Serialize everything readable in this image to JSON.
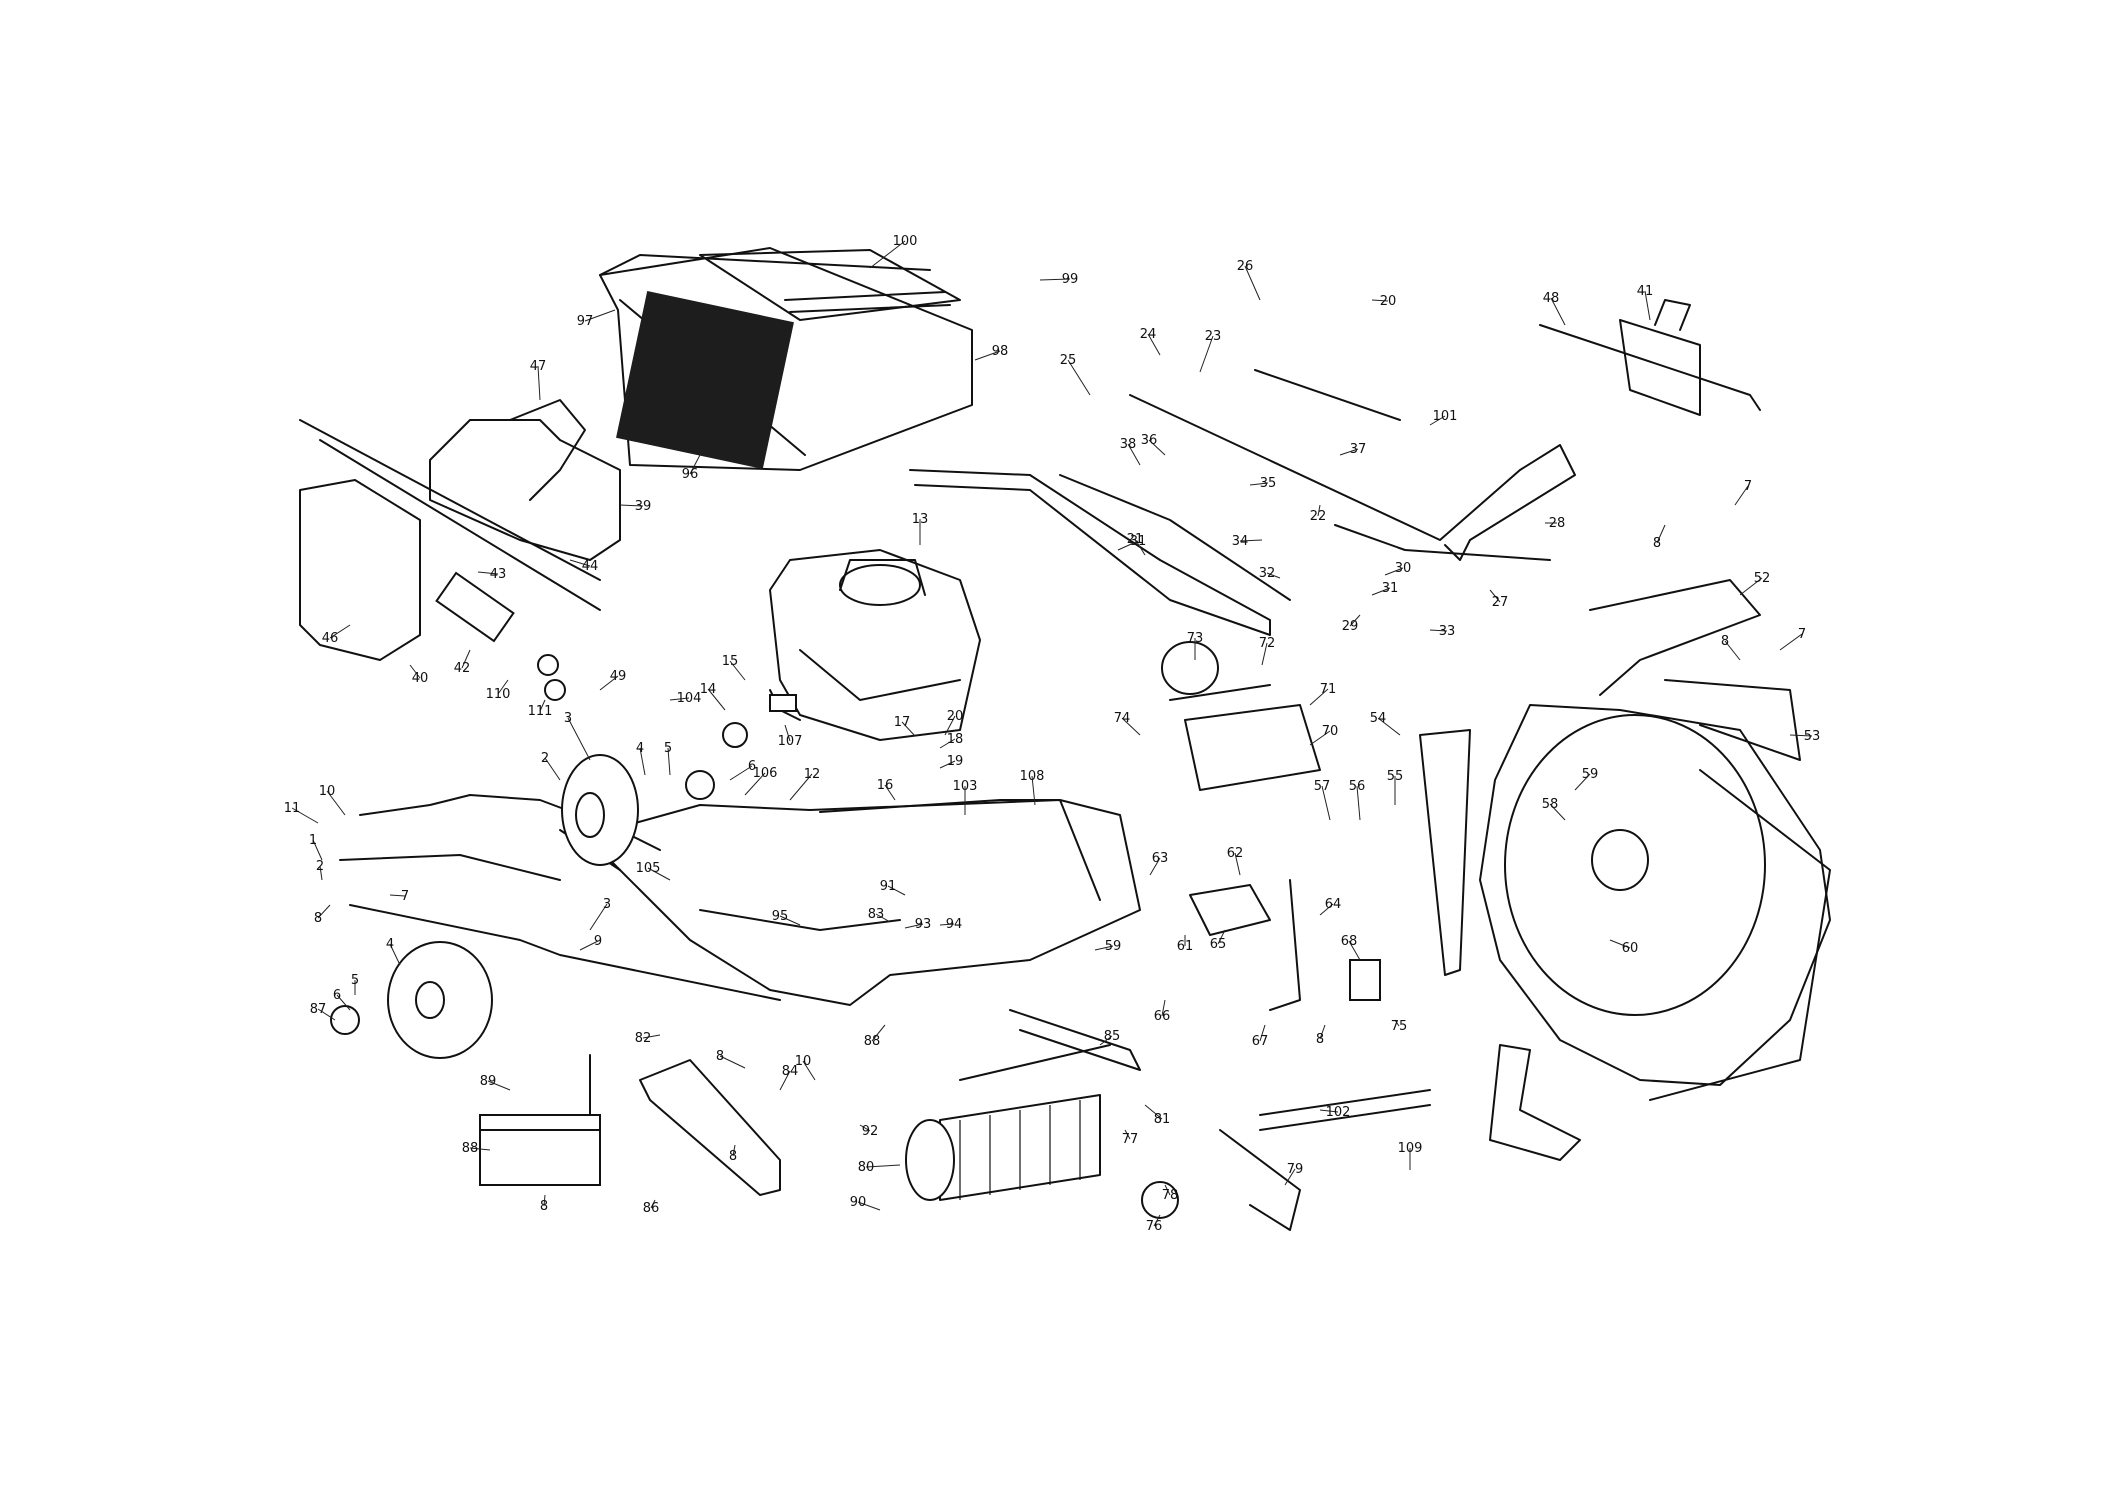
{
  "diagram": {
    "part_labels": [
      "100",
      "99",
      "97",
      "98",
      "96",
      "26",
      "24",
      "20",
      "23",
      "25",
      "48",
      "41",
      "101",
      "36",
      "38",
      "35",
      "37",
      "22",
      "21",
      "39",
      "31",
      "44",
      "43",
      "47",
      "46",
      "40",
      "42",
      "110",
      "111",
      "49",
      "104",
      "13",
      "15",
      "14",
      "107",
      "20",
      "18",
      "19",
      "17",
      "16",
      "103",
      "34",
      "32",
      "30",
      "31",
      "29",
      "33",
      "27",
      "28",
      "7",
      "8",
      "52",
      "73",
      "72",
      "71",
      "70",
      "74",
      "54",
      "57",
      "56",
      "55",
      "59",
      "58",
      "60",
      "7",
      "8",
      "53",
      "2",
      "3",
      "4",
      "5",
      "6",
      "106",
      "12",
      "108",
      "10",
      "11",
      "1",
      "2",
      "7",
      "8",
      "105",
      "91",
      "93",
      "94",
      "83",
      "95",
      "9",
      "3",
      "4",
      "5",
      "6",
      "87",
      "82",
      "88",
      "8",
      "84",
      "10",
      "92",
      "59",
      "63",
      "62",
      "64",
      "61",
      "65",
      "68",
      "66",
      "67",
      "8",
      "75",
      "85",
      "81",
      "77",
      "78",
      "76",
      "102",
      "79",
      "80",
      "90",
      "89",
      "88",
      "8",
      "86",
      "8",
      "109"
    ]
  }
}
